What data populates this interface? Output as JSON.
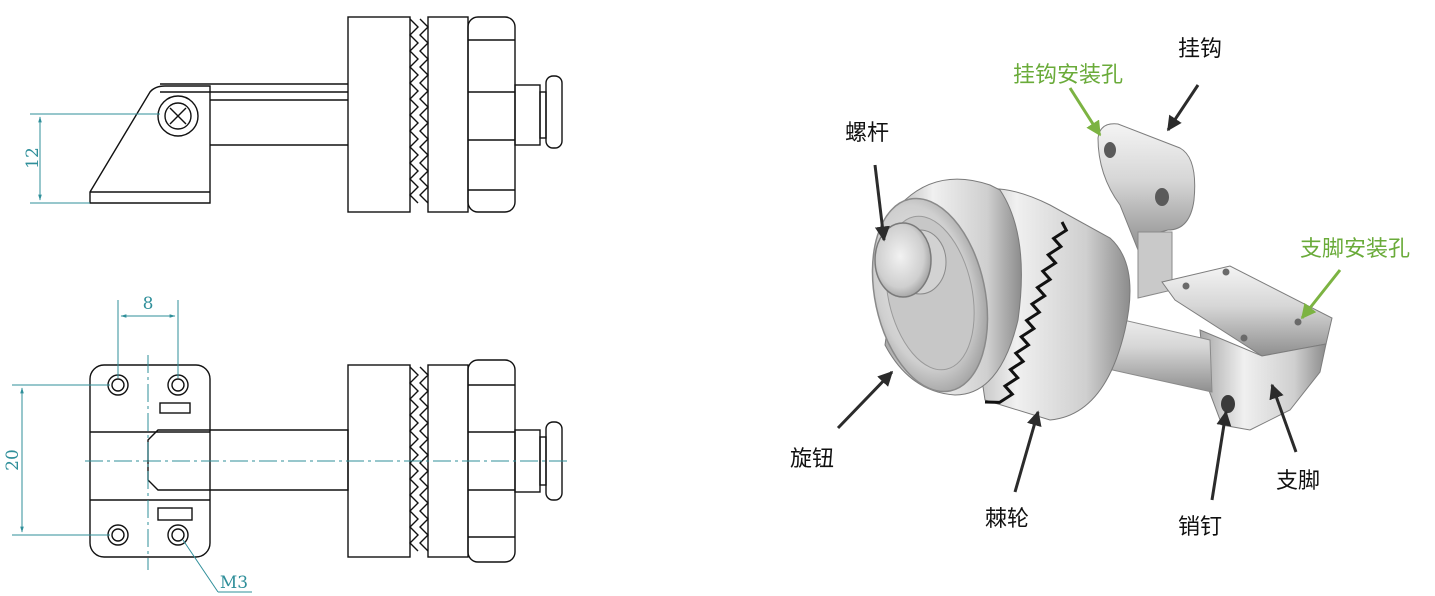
{
  "drawing": {
    "dimensions": {
      "height_label": "12",
      "hole_spacing_x": "8",
      "hole_spacing_y": "20",
      "screw_label": "M3"
    },
    "colors": {
      "outline": "#111111",
      "dimension": "#2f8f9a",
      "metal_light": "#e6e6e6",
      "metal_dark": "#8a8a8a"
    }
  },
  "photo": {
    "labels": {
      "screw_rod": "螺杆",
      "hook": "挂钩",
      "hook_mount_hole": "挂钩安装孔",
      "foot_mount_hole": "支脚安装孔",
      "knob": "旋钮",
      "ratchet": "棘轮",
      "pin": "销钉",
      "foot": "支脚"
    },
    "colors": {
      "label_black": "#111111",
      "label_green": "#6aab3a",
      "arrow_dark": "#2b2b2b",
      "arrow_green": "#7cb342"
    }
  }
}
